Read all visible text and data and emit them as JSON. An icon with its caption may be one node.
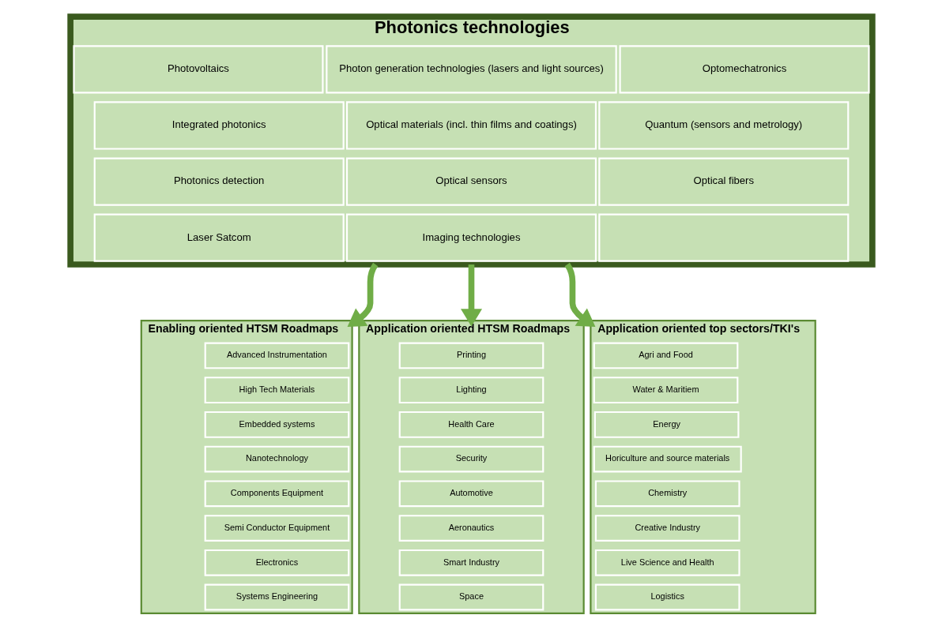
{
  "diagram": {
    "nodes": [
      {
        "text": [
          "Photonics technologies"
        ]
      },
      {
        "text": [
          "Photovoltaics"
        ],
        "in": 0
      },
      {
        "text": [
          "Photon generation technologies (lasers and light sources)"
        ],
        "in": 0
      },
      {
        "text": [
          "Optomechatronics"
        ],
        "in": 0
      },
      {
        "text": [
          "Integrated photonics"
        ],
        "in": 0
      },
      {
        "text": [
          "Optical materials (incl. thin films and coatings)"
        ],
        "in": 0
      },
      {
        "text": [
          "Quantum (sensors and metrology)"
        ],
        "in": 0
      },
      {
        "text": [
          "Photonics detection"
        ],
        "in": 0
      },
      {
        "text": [
          "Optical sensors"
        ],
        "in": 0
      },
      {
        "text": [
          "Optical fibers"
        ],
        "in": 0
      },
      {
        "text": [
          "Laser Satcom"
        ],
        "in": 0
      },
      {
        "text": [
          "Imaging technologies"
        ],
        "in": 0
      },
      {
        "text": [],
        "shape": "box",
        "in": 0
      },
      {
        "text": [
          "Enabling oriented HTSM Roadmaps"
        ]
      },
      {
        "text": [
          "Advanced Instrumentation"
        ],
        "in": 13
      },
      {
        "text": [
          "High Tech Materials"
        ],
        "in": 13
      },
      {
        "text": [
          "Embedded systems"
        ],
        "in": 13
      },
      {
        "text": [
          "Nanotechnology"
        ],
        "in": 13
      },
      {
        "text": [
          "Components Equipment"
        ],
        "in": 13
      },
      {
        "text": [
          "Semi Conductor Equipment"
        ],
        "in": 13
      },
      {
        "text": [
          "Electronics"
        ],
        "in": 13
      },
      {
        "text": [
          "Systems Engineering"
        ],
        "in": 13
      },
      {
        "text": [
          "Application oriented HTSM Roadmaps"
        ]
      },
      {
        "text": [
          "Printing"
        ],
        "in": 22
      },
      {
        "text": [
          "Lighting"
        ],
        "in": 22
      },
      {
        "text": [
          "Health Care"
        ],
        "in": 22
      },
      {
        "text": [
          "Security"
        ],
        "in": 22
      },
      {
        "text": [
          "Automotive"
        ],
        "in": 22
      },
      {
        "text": [
          "Aeronautics"
        ],
        "in": 22
      },
      {
        "text": [
          "Smart Industry"
        ],
        "in": 22
      },
      {
        "text": [
          "Space"
        ],
        "in": 22
      },
      {
        "text": [
          "Application oriented top sectors/TKI's"
        ]
      },
      {
        "text": [
          "Agri and Food"
        ],
        "in": 31
      },
      {
        "text": [
          "Water & Maritiem"
        ],
        "in": 31
      },
      {
        "text": [
          "Energy"
        ],
        "in": 31
      },
      {
        "text": [
          "Horiculture and source materials"
        ],
        "in": 31
      },
      {
        "text": [
          "Chemistry"
        ],
        "in": 31
      },
      {
        "text": [
          "Creative Industry"
        ],
        "in": 31
      },
      {
        "text": [
          "Live Science and Health"
        ],
        "in": 31
      },
      {
        "text": [
          "Logistics"
        ],
        "in": 31
      }
    ],
    "edges": [
      {
        "from": 0,
        "to": 13,
        "arrow": "to"
      },
      {
        "from": 0,
        "to": 22,
        "arrow": "to"
      },
      {
        "from": 0,
        "to": 31,
        "arrow": "to"
      }
    ]
  }
}
